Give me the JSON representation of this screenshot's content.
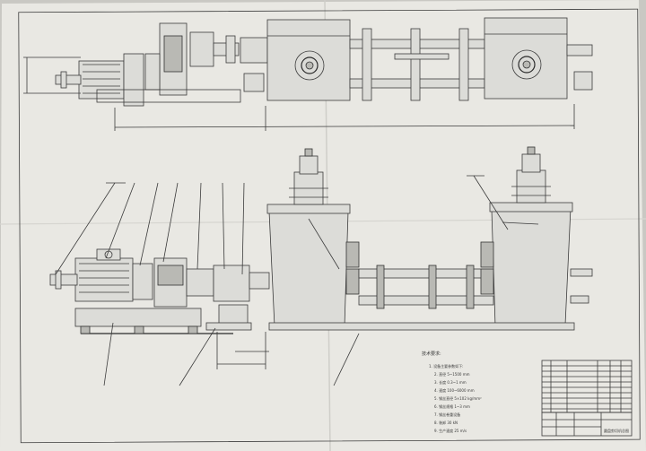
{
  "technical_requirements": {
    "title": "技术要求:",
    "items": [
      "1.  设备主要参数如下:",
      "2.  直径        5~1500 mm",
      "3.  长度        0.3~1 mm",
      "4.  速度        100~6000 mm",
      "5.  钢丝直径    5×102 kg/mm²",
      "6.  钢丝规格    1~3 mm",
      "7.  钢丝卷重设备",
      "8.  装卸 30 kN",
      "9.  生产速度    25 m/s"
    ]
  },
  "title_block": {
    "drawing_title": "圆盘剪切机总图"
  },
  "colors": {
    "paper": "#e9e8e3",
    "line": "#3b3b3b",
    "background": "#c9c8c3"
  }
}
